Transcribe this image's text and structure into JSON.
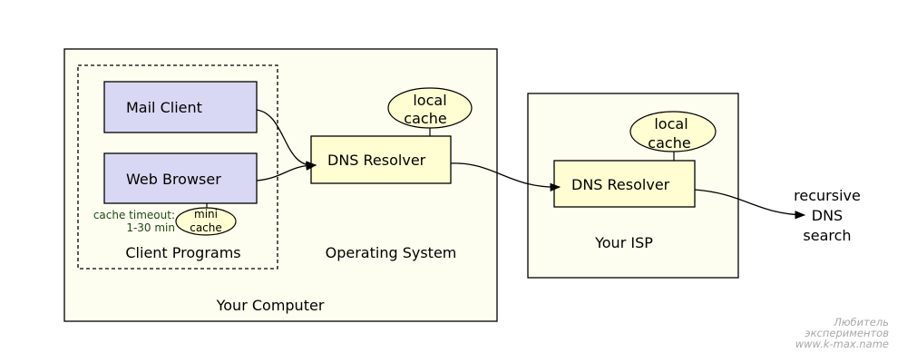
{
  "diagram": {
    "containers": {
      "your_computer": "Your Computer",
      "client_programs": "Client Programs",
      "operating_system": "Operating System",
      "your_isp": "Your ISP"
    },
    "nodes": {
      "mail_client": "Mail Client",
      "web_browser": "Web Browser",
      "os_dns_resolver": "DNS Resolver",
      "isp_dns_resolver": "DNS Resolver"
    },
    "caches": {
      "os_cache": [
        "local",
        "cache"
      ],
      "isp_cache": [
        "local",
        "cache"
      ],
      "browser_cache": [
        "mini",
        "cache"
      ]
    },
    "annotations": {
      "cache_timeout": [
        "cache timeout:",
        "1-30 min"
      ],
      "recursive": [
        "recursive",
        "DNS",
        "search"
      ]
    },
    "colors": {
      "container_fill": "#fefef0",
      "client_box_fill": "#d8d8f4",
      "resolver_fill": "#fefed2",
      "cache_fill": "#fefed2",
      "annotation_text": "#1e4a14"
    }
  },
  "watermark": [
    "Любитель",
    "экспериментов",
    "www.k-max.name"
  ]
}
